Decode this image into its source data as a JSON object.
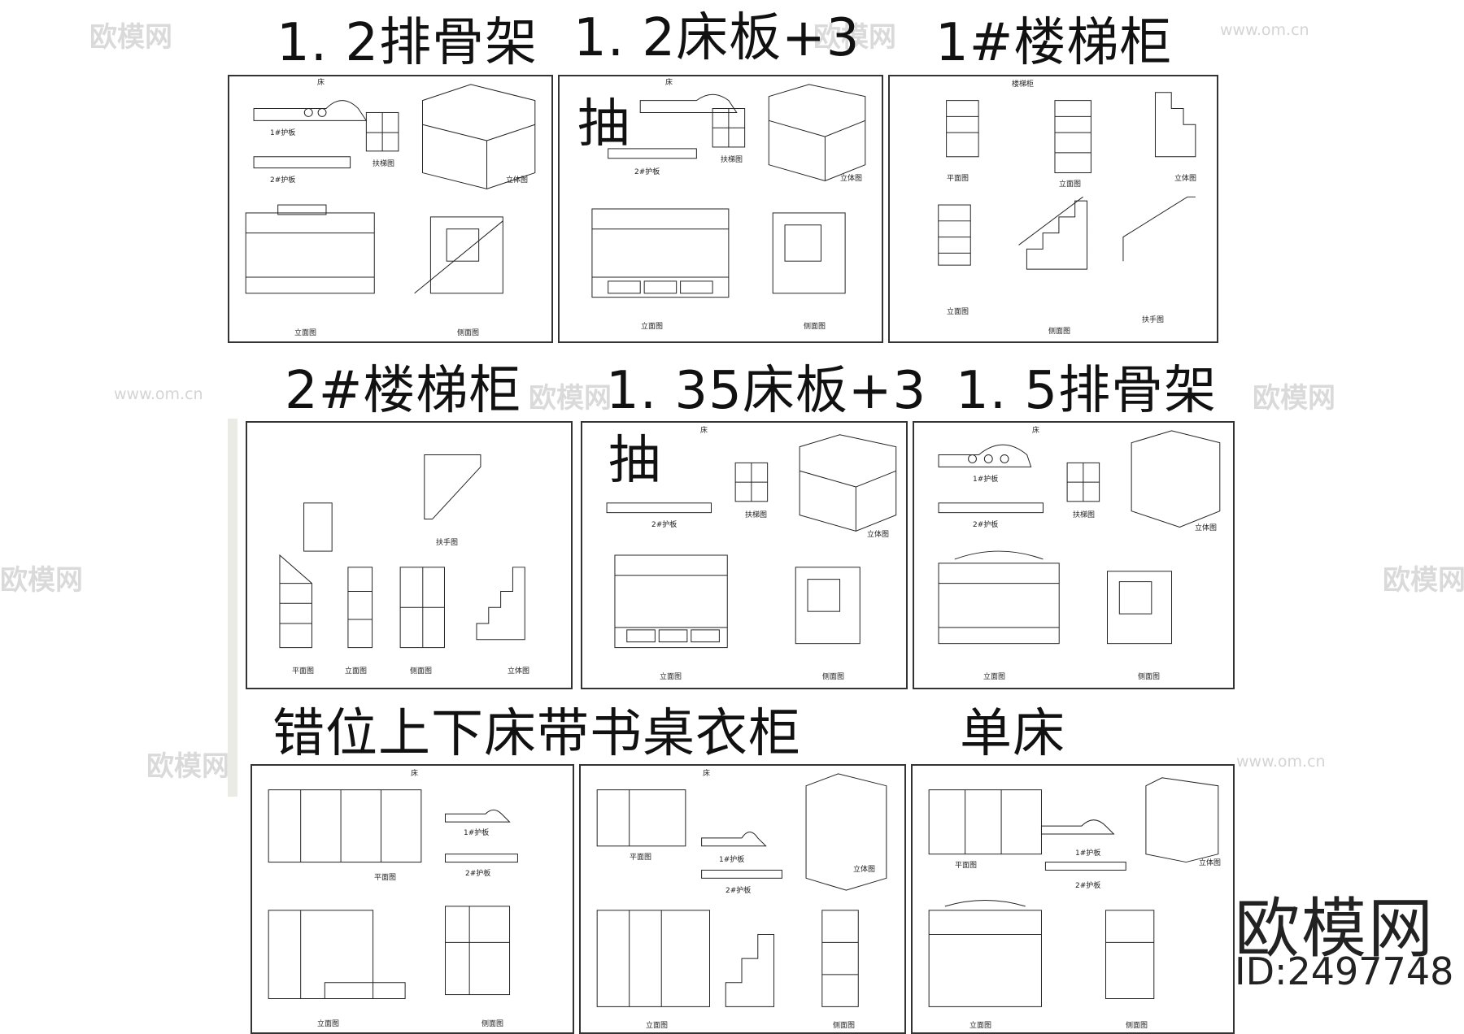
{
  "titles": {
    "row1_a": "1. 2排骨架",
    "row1_b": "1. 2床板+3",
    "row1_b2": "抽",
    "row1_c": "1#楼梯柜",
    "row2_a": "2#楼梯柜",
    "row2_b": "1. 35床板+3",
    "row2_b2": "抽",
    "row2_c": "1. 5排骨架",
    "row3_a": "错位上下床带书桌衣柜",
    "row3_b": "单床"
  },
  "sheet_labels": {
    "bed": "床",
    "stair_cabinet": "楼梯柜",
    "front_view": "立面图",
    "side_view": "侧面图",
    "plan_view": "平面图",
    "axon_view": "立体图",
    "rail_1": "1#护板",
    "rail_2": "2#护板",
    "ladder": "扶梯图",
    "handrail": "扶手图"
  },
  "watermark": {
    "brand": "欧模网",
    "url": "www.om.cn"
  },
  "footer": {
    "brand": "欧模网",
    "id": "ID:2497748"
  },
  "colors": {
    "line": "#222222",
    "title": "#111111",
    "watermark": "#d4d4d4",
    "strip": "#e9ebe4"
  }
}
